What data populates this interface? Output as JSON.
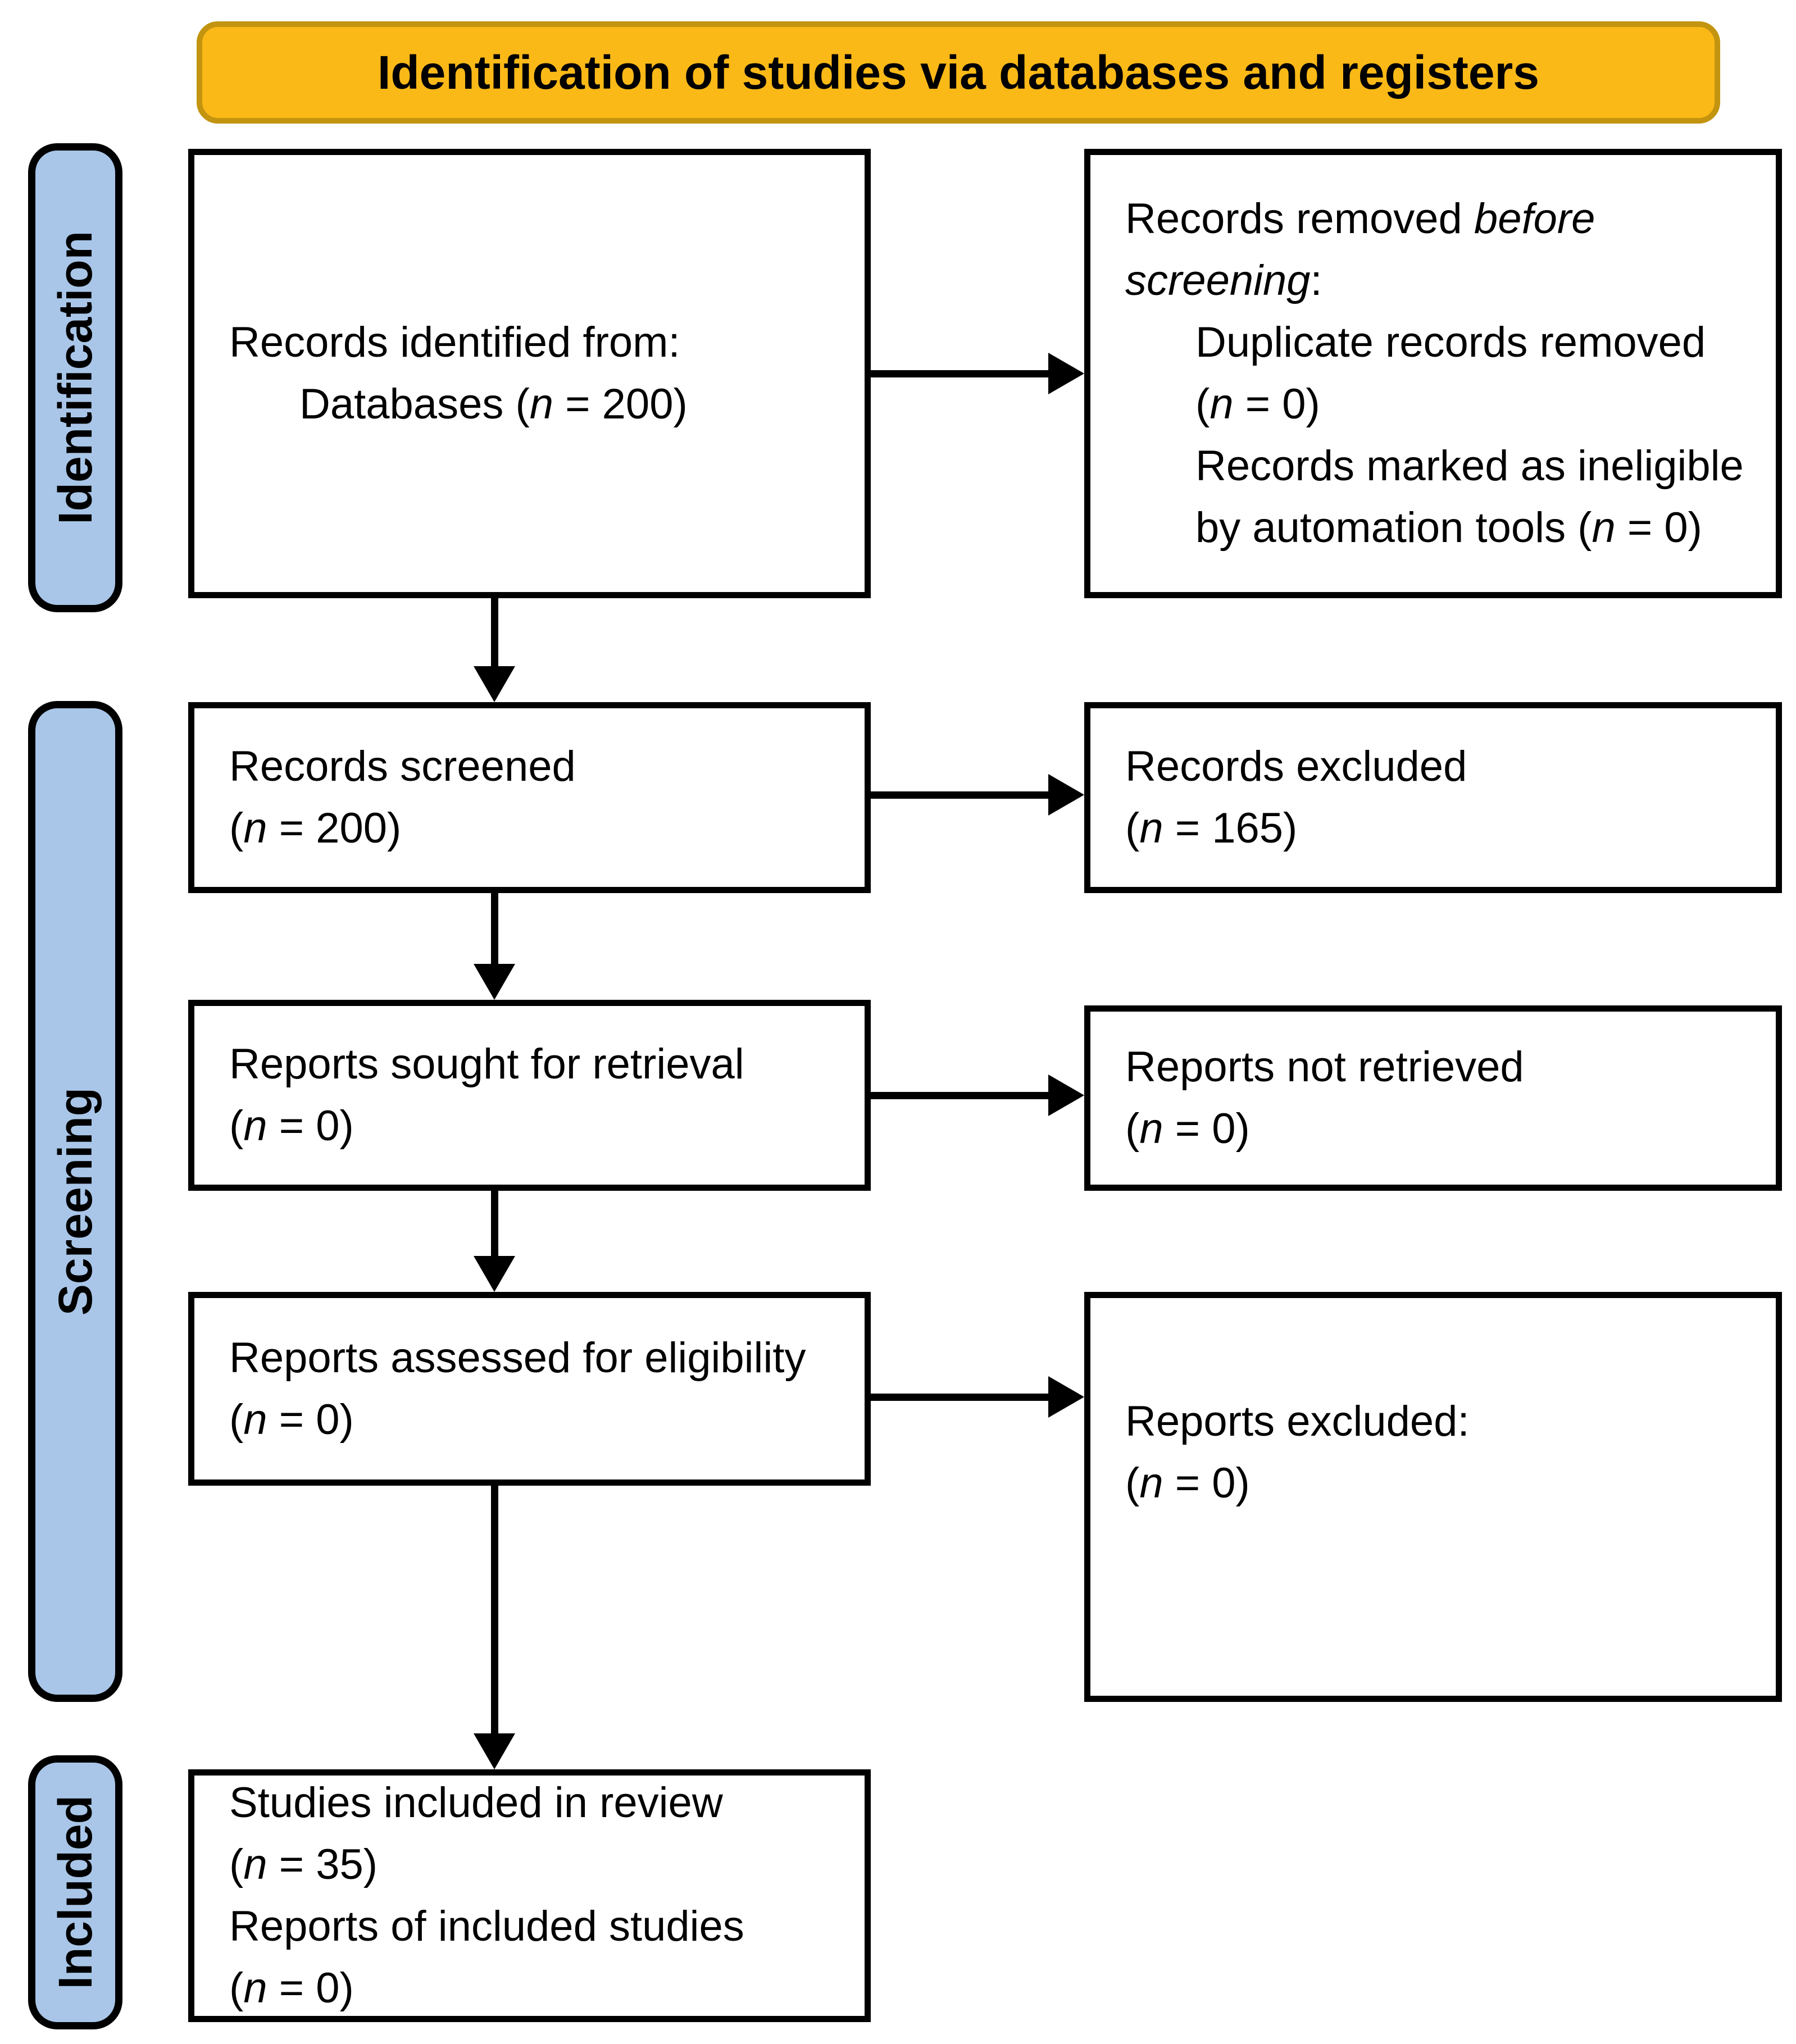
{
  "diagram": {
    "title": "Identification of studies via databases and registers",
    "colors": {
      "banner_fill": "#FBB917",
      "banner_border": "#C2940F",
      "sidebar_fill": "#A9C6E8",
      "box_bg": "#FFFFFF",
      "line_color": "#000000"
    },
    "sidebar": [
      {
        "id": "identification",
        "label": "Identification"
      },
      {
        "id": "screening",
        "label": "Screening"
      },
      {
        "id": "included",
        "label": "Included"
      }
    ],
    "boxes": {
      "records_identified": {
        "lines": [
          {
            "ind": 0,
            "seg": [
              {
                "t": "Records identified from:"
              }
            ]
          },
          {
            "ind": 1,
            "seg": [
              {
                "t": "Databases ("
              },
              {
                "t": "n",
                "em": 1
              },
              {
                "t": " = 200)"
              }
            ]
          }
        ]
      },
      "records_removed": {
        "lines": [
          {
            "ind": 0,
            "seg": [
              {
                "t": "Records removed "
              },
              {
                "t": "before",
                "em": 1
              }
            ]
          },
          {
            "ind": 0,
            "seg": [
              {
                "t": "screening",
                "em": 1
              },
              {
                "t": ":"
              }
            ]
          },
          {
            "ind": 1,
            "seg": [
              {
                "t": "Duplicate records removed"
              }
            ]
          },
          {
            "ind": 1,
            "seg": [
              {
                "t": "("
              },
              {
                "t": "n",
                "em": 1
              },
              {
                "t": " = 0)"
              }
            ]
          },
          {
            "ind": 1,
            "seg": [
              {
                "t": "Records marked as ineligible"
              }
            ]
          },
          {
            "ind": 1,
            "seg": [
              {
                "t": "by automation tools ("
              },
              {
                "t": "n",
                "em": 1
              },
              {
                "t": " = 0)"
              }
            ]
          }
        ]
      },
      "records_screened": {
        "lines": [
          {
            "ind": 0,
            "seg": [
              {
                "t": "Records screened"
              }
            ]
          },
          {
            "ind": 0,
            "seg": [
              {
                "t": "("
              },
              {
                "t": "n",
                "em": 1
              },
              {
                "t": " = 200)"
              }
            ]
          }
        ]
      },
      "records_excluded": {
        "lines": [
          {
            "ind": 0,
            "seg": [
              {
                "t": "Records excluded"
              }
            ]
          },
          {
            "ind": 0,
            "seg": [
              {
                "t": "("
              },
              {
                "t": "n",
                "em": 1
              },
              {
                "t": " = 165)"
              }
            ]
          }
        ]
      },
      "reports_sought": {
        "lines": [
          {
            "ind": 0,
            "seg": [
              {
                "t": "Reports sought for retrieval"
              }
            ]
          },
          {
            "ind": 0,
            "seg": [
              {
                "t": "("
              },
              {
                "t": "n",
                "em": 1
              },
              {
                "t": " = 0)"
              }
            ]
          }
        ]
      },
      "reports_not_retrieved": {
        "lines": [
          {
            "ind": 0,
            "seg": [
              {
                "t": "Reports not retrieved"
              }
            ]
          },
          {
            "ind": 0,
            "seg": [
              {
                "t": "("
              },
              {
                "t": "n",
                "em": 1
              },
              {
                "t": " = 0)"
              }
            ]
          }
        ]
      },
      "reports_assessed": {
        "lines": [
          {
            "ind": 0,
            "seg": [
              {
                "t": "Reports assessed for eligibility"
              }
            ]
          },
          {
            "ind": 0,
            "seg": [
              {
                "t": "("
              },
              {
                "t": "n",
                "em": 1
              },
              {
                "t": " = 0)"
              }
            ]
          }
        ]
      },
      "reports_excluded": {
        "lines": [
          {
            "ind": 0,
            "seg": [
              {
                "t": "Reports excluded:"
              }
            ]
          },
          {
            "ind": 0,
            "seg": [
              {
                "t": "("
              },
              {
                "t": "n",
                "em": 1
              },
              {
                "t": " = 0)"
              }
            ]
          }
        ]
      },
      "studies_included": {
        "lines": [
          {
            "ind": 0,
            "seg": [
              {
                "t": "Studies included in review"
              }
            ]
          },
          {
            "ind": 0,
            "seg": [
              {
                "t": "("
              },
              {
                "t": "n",
                "em": 1
              },
              {
                "t": " = 35)"
              }
            ]
          },
          {
            "ind": 0,
            "seg": [
              {
                "t": "Reports of included studies"
              }
            ]
          },
          {
            "ind": 0,
            "seg": [
              {
                "t": "("
              },
              {
                "t": "n",
                "em": 1
              },
              {
                "t": " = 0)"
              }
            ]
          }
        ]
      }
    }
  }
}
